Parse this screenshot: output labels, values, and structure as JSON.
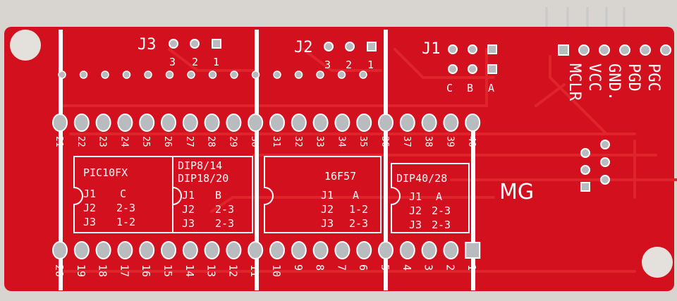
{
  "board": {
    "colors": {
      "pcb": "#d3101e",
      "trace": "#e0242c",
      "silk": "#ffffff",
      "pad": "#b9bcbf",
      "background": "#d8d4cf"
    },
    "headers": {
      "j3": {
        "name": "J3",
        "pins": [
          "3",
          "2",
          "1"
        ]
      },
      "j2": {
        "name": "J2",
        "pins": [
          "3",
          "2",
          "1"
        ]
      },
      "j1": {
        "name": "J1",
        "pins": [
          "C",
          "B",
          "A"
        ]
      }
    },
    "icsp_labels": [
      "MCLR",
      "VCC",
      "GND.",
      "PGD",
      "PGC"
    ],
    "top_row_pins": [
      "21",
      "22",
      "23",
      "24",
      "25",
      "26",
      "27",
      "28",
      "29",
      "30",
      "31",
      "32",
      "33",
      "34",
      "35",
      "36",
      "37",
      "38",
      "39",
      "40"
    ],
    "bottom_row_pins": [
      "20",
      "19",
      "18",
      "17",
      "16",
      "15",
      "14",
      "13",
      "12",
      "11",
      "10",
      "9",
      "8",
      "7",
      "6",
      "5",
      "4",
      "3",
      "2",
      "1"
    ],
    "brand": "MG",
    "config_blocks": [
      {
        "title": "PIC10FX",
        "rows": [
          [
            "J1",
            "C"
          ],
          [
            "J2",
            "2-3"
          ],
          [
            "J3",
            "1-2"
          ]
        ]
      },
      {
        "title": "DIP8/14",
        "title2": "DIP18/20",
        "rows": [
          [
            "J1",
            "B"
          ],
          [
            "J2",
            "2-3"
          ],
          [
            "J3",
            "2-3"
          ]
        ]
      },
      {
        "title": "16F57",
        "rows": [
          [
            "J1",
            "A"
          ],
          [
            "J2",
            "1-2"
          ],
          [
            "J3",
            "2-3"
          ]
        ]
      },
      {
        "title": "DIP40/28",
        "rows": [
          [
            "J1",
            "A"
          ],
          [
            "J2",
            "2-3"
          ],
          [
            "J3",
            "2-3"
          ]
        ]
      }
    ]
  }
}
